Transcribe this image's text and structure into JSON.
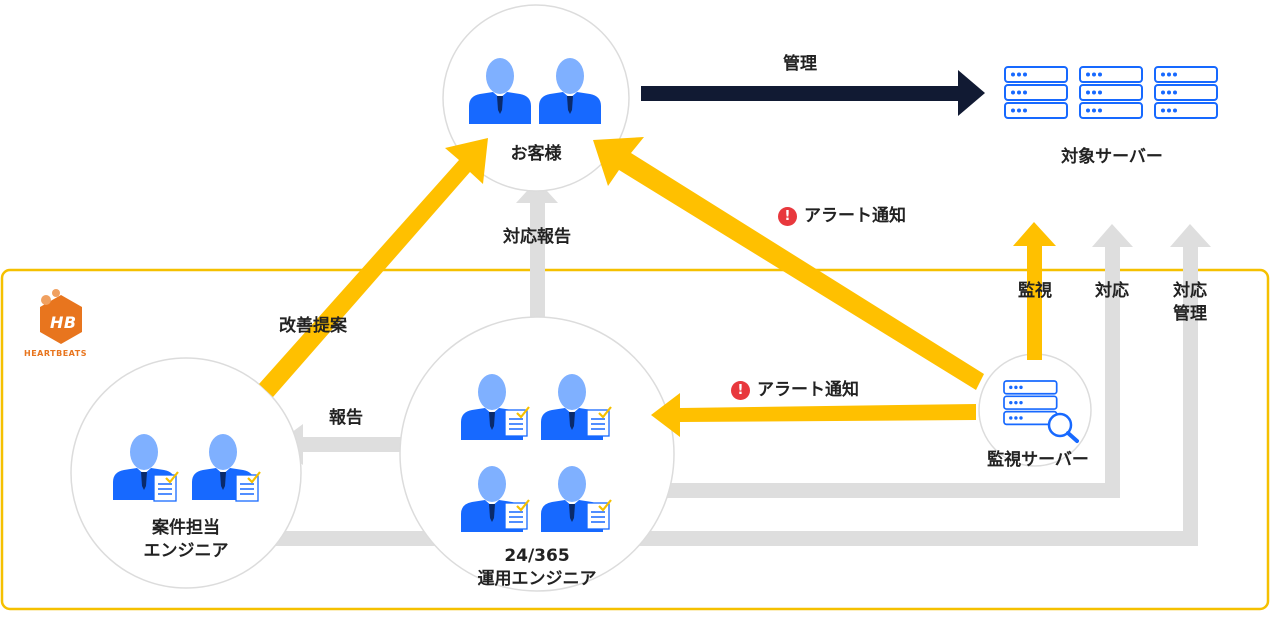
{
  "brand": {
    "name": "HEARTBEATS",
    "mark": "HB",
    "color": "#e8751e"
  },
  "colors": {
    "frame": "#f5c000",
    "yellow_arrow": "#ffc000",
    "gray_arrow": "#dedede",
    "dark_arrow": "#111a33",
    "person_blue": "#1769ff",
    "person_light": "#7fb0ff",
    "alert_red": "#e8383d"
  },
  "nodes": {
    "customer": {
      "label": "お客様"
    },
    "target_servers": {
      "label": "対象サーバー"
    },
    "case_engineer": {
      "label_line1": "案件担当",
      "label_line2": "エンジニア"
    },
    "ops_engineer": {
      "label_line1": "24/365",
      "label_line2": "運用エンジニア"
    },
    "monitoring_server": {
      "label": "監視サーバー"
    }
  },
  "edges": {
    "manage": "管理",
    "response_report": "対応報告",
    "improvement": "改善提案",
    "alert_top": "アラート通知",
    "alert_mid": "アラート通知",
    "report": "報告",
    "monitor": "監視",
    "respond": "対応",
    "respond_manage_1": "対応",
    "respond_manage_2": "管理"
  },
  "icons": {
    "alert": "!",
    "person": "person-icon",
    "server": "server-rack-icon",
    "document": "checklist-document-icon",
    "magnifier": "magnifier-icon"
  }
}
